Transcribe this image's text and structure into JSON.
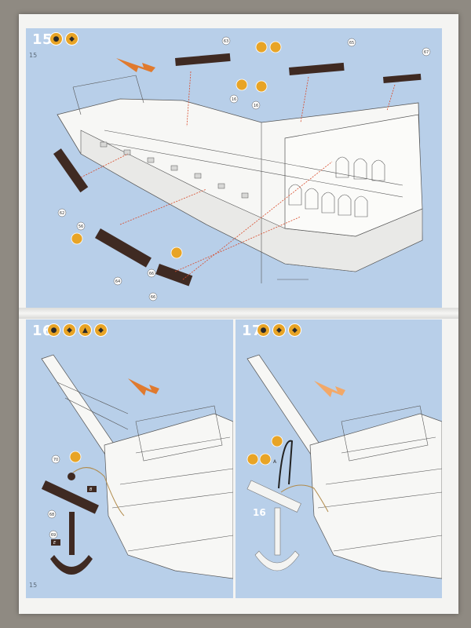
{
  "steps": [
    {
      "number": "15",
      "icons": [
        "glue-icon",
        "paint-icon"
      ],
      "page": "15"
    },
    {
      "number": "16",
      "icons": [
        "glue-icon",
        "paint-icon",
        "paint-brush-icon",
        "paint-icon"
      ],
      "page": "15"
    },
    {
      "number": "17",
      "icons": [
        "glue-icon",
        "paint-icon",
        "paint-icon"
      ]
    }
  ],
  "page_left_bottom": "15",
  "part_labels_15": [
    "63",
    "65",
    "67",
    "16",
    "16",
    "62",
    "66",
    "64",
    "66",
    "56"
  ],
  "part_labels_16": [
    "70",
    "68",
    "69"
  ],
  "flag_labels": [
    "B",
    "E"
  ],
  "part_labels_17": [
    "16"
  ],
  "callout_17": "A",
  "colors": {
    "panel": "#b8cfe9",
    "arrow": "#e07a2e",
    "part": "#3f2a22",
    "badge": "#e8a426"
  }
}
